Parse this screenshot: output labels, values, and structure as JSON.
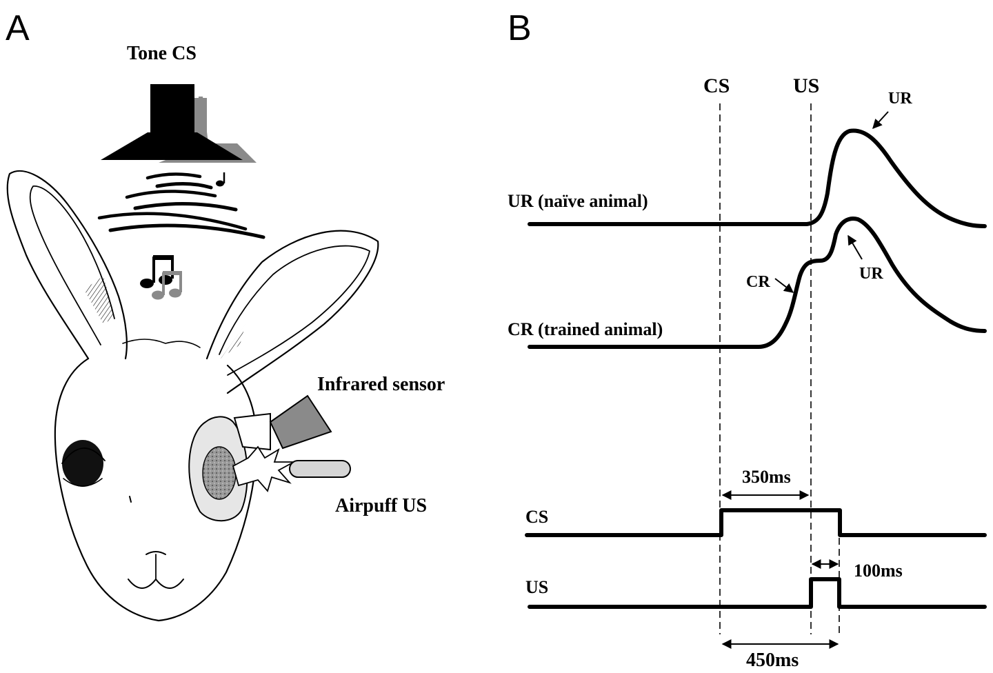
{
  "panel_a": {
    "letter": "A",
    "tone_label": "Tone CS",
    "sensor_label": "Infrared sensor",
    "airpuff_label": "Airpuff US"
  },
  "panel_b": {
    "letter": "B",
    "cs_marker": "CS",
    "us_marker": "US",
    "ur_top_label": "UR",
    "ur_naive_label": "UR (naïve animal)",
    "cr_small_label": "CR",
    "ur_small_label": "UR",
    "cr_trained_label": "CR (trained animal)",
    "cs_trace_label": "CS",
    "us_trace_label": "US",
    "dur_350": "350ms",
    "dur_100": "100ms",
    "dur_450": "450ms"
  }
}
